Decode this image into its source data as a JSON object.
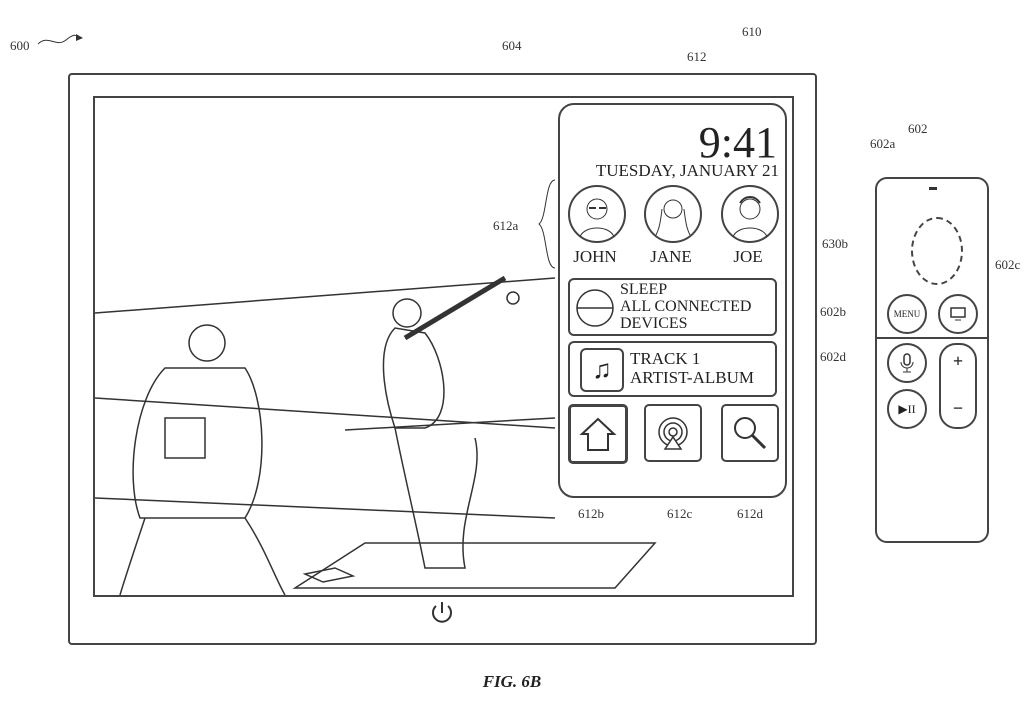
{
  "figure_label": "FIG. 6B",
  "refs": {
    "r600": "600",
    "r604": "604",
    "r610": "610",
    "r612": "612",
    "r612a": "612a",
    "r612b": "612b",
    "r612c": "612c",
    "r612d": "612d",
    "r602": "602",
    "r602a": "602a",
    "r602b": "602b",
    "r602c": "602c",
    "r602d": "602d",
    "r630b": "630b"
  },
  "panel": {
    "time": "9:41",
    "date": "TUESDAY, JANUARY 21",
    "users": [
      {
        "name": "JOHN"
      },
      {
        "name": "JANE"
      },
      {
        "name": "JOE"
      }
    ],
    "sleep": {
      "line1": "SLEEP",
      "line2": "ALL CONNECTED",
      "line3": "DEVICES"
    },
    "now_playing": {
      "track": "TRACK 1",
      "artist": "ARTIST-ALBUM"
    },
    "buttons": [
      {
        "icon": "home-icon"
      },
      {
        "icon": "airplay-icon"
      },
      {
        "icon": "search-icon"
      }
    ]
  },
  "remote": {
    "menu_label": "MENU",
    "plus": "+",
    "minus": "−"
  }
}
